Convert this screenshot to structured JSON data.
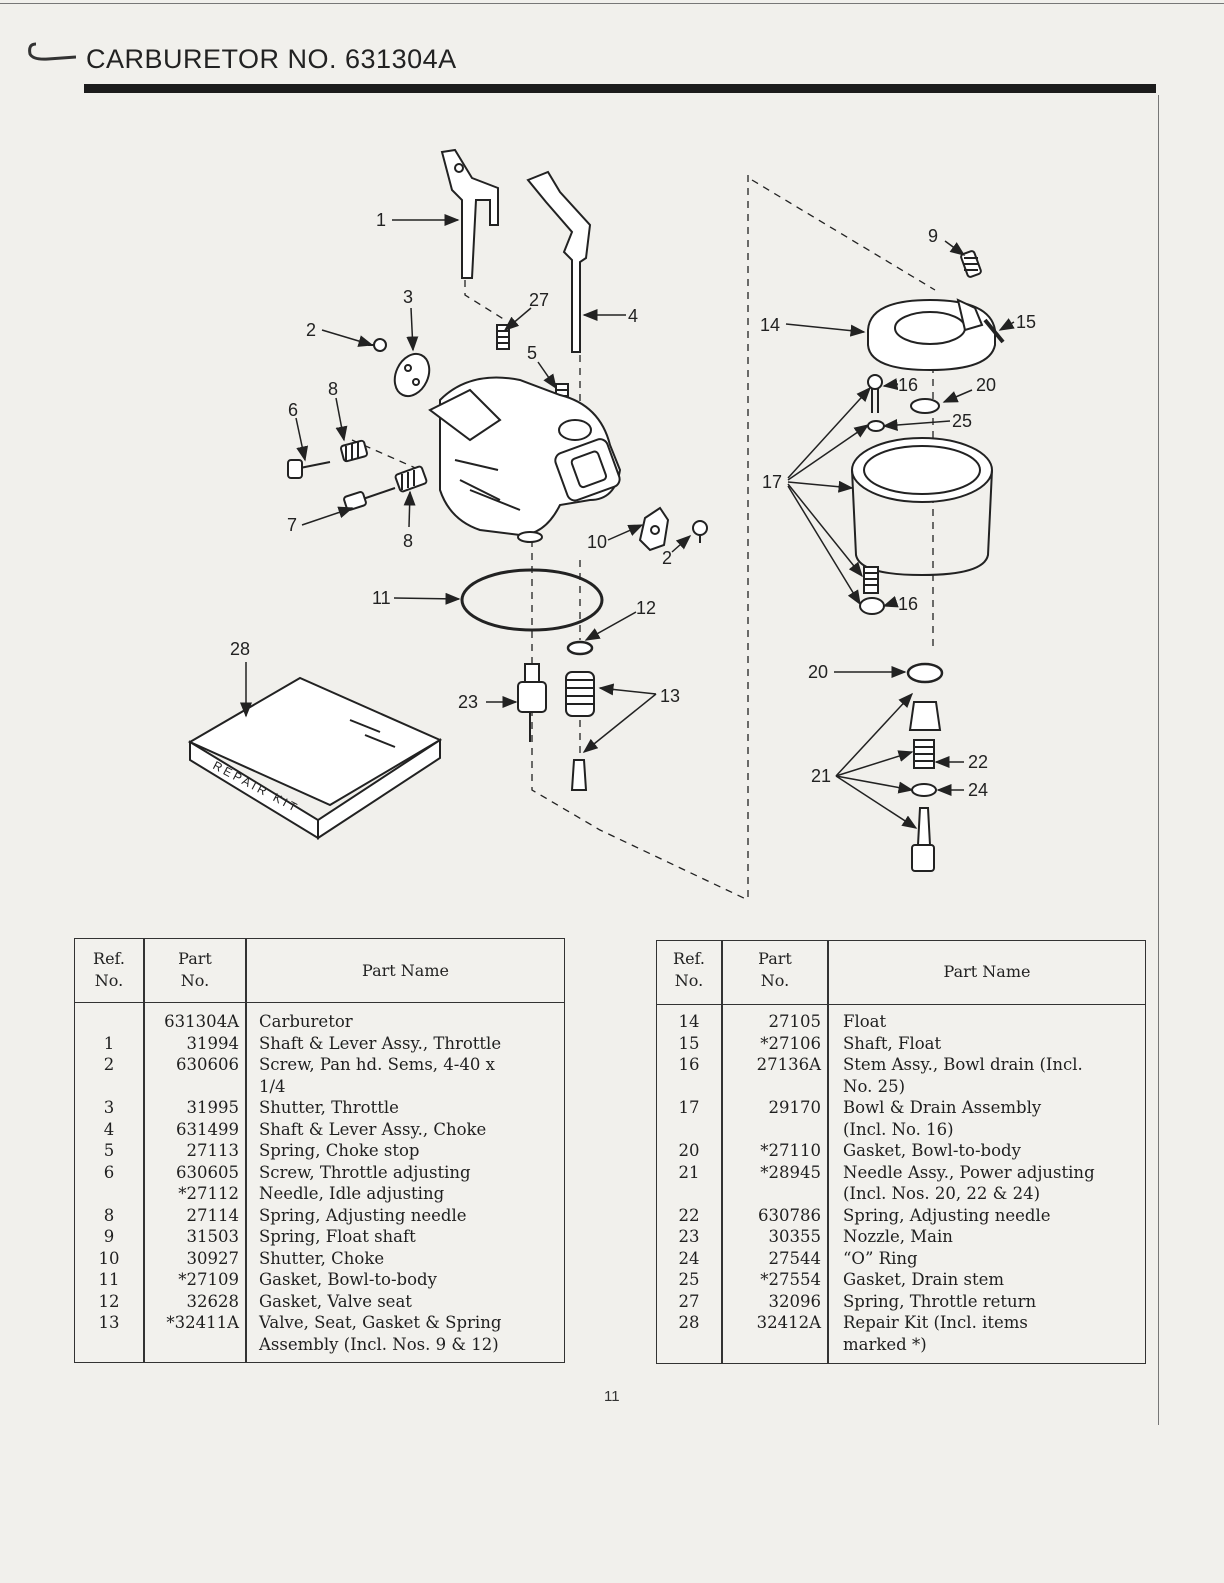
{
  "title": "CARBURETOR NO. 631304A",
  "page_number": "11",
  "diagram": {
    "callouts": [
      "1",
      "2",
      "3",
      "27",
      "4",
      "5",
      "8",
      "6",
      "7",
      "8",
      "10",
      "2",
      "11",
      "12",
      "28",
      "23",
      "13",
      "9",
      "14",
      "15",
      "16",
      "20",
      "25",
      "17",
      "16",
      "20",
      "21",
      "22",
      "24"
    ],
    "repair_kit_label": "REPAIR KIT"
  },
  "tables": [
    {
      "headers": {
        "ref": "Ref.\nNo.",
        "part": "Part\nNo.",
        "name": "Part Name"
      },
      "rows": [
        {
          "ref": "",
          "part": "631304A",
          "name": "Carburetor"
        },
        {
          "ref": "1",
          "part": "31994",
          "name": "Shaft & Lever Assy., Throttle"
        },
        {
          "ref": "2",
          "part": "630606",
          "name": "Screw, Pan hd. Sems, 4-40 x\n  1/4"
        },
        {
          "ref": "3",
          "part": "31995",
          "name": "Shutter, Throttle"
        },
        {
          "ref": "4",
          "part": "631499",
          "name": "Shaft & Lever Assy., Choke"
        },
        {
          "ref": "5",
          "part": "27113",
          "name": "Spring, Choke stop"
        },
        {
          "ref": "6",
          "part": "630605",
          "name": "Screw, Throttle adjusting"
        },
        {
          "ref": "",
          "part": "*27112",
          "name": "Needle, Idle adjusting"
        },
        {
          "ref": "8",
          "part": "27114",
          "name": "Spring, Adjusting needle"
        },
        {
          "ref": "9",
          "part": "31503",
          "name": "Spring, Float shaft"
        },
        {
          "ref": "10",
          "part": "30927",
          "name": "Shutter, Choke"
        },
        {
          "ref": "11",
          "part": "*27109",
          "name": "Gasket, Bowl-to-body"
        },
        {
          "ref": "12",
          "part": "32628",
          "name": "Gasket, Valve seat"
        },
        {
          "ref": "13",
          "part": "*32411A",
          "name": "Valve, Seat, Gasket & Spring\n  Assembly (Incl. Nos. 9 & 12)"
        }
      ]
    },
    {
      "headers": {
        "ref": "Ref.\nNo.",
        "part": "Part\nNo.",
        "name": "Part Name"
      },
      "rows": [
        {
          "ref": "14",
          "part": "27105",
          "name": "Float"
        },
        {
          "ref": "15",
          "part": "*27106",
          "name": "Shaft, Float"
        },
        {
          "ref": "16",
          "part": "27136A",
          "name": "Stem Assy., Bowl drain (Incl.\n  No. 25)"
        },
        {
          "ref": "17",
          "part": "29170",
          "name": "Bowl & Drain Assembly\n  (Incl. No. 16)"
        },
        {
          "ref": "20",
          "part": "*27110",
          "name": "Gasket, Bowl-to-body"
        },
        {
          "ref": "21",
          "part": "*28945",
          "name": "Needle Assy., Power adjusting\n  (Incl. Nos. 20, 22 & 24)"
        },
        {
          "ref": "22",
          "part": "630786",
          "name": "Spring, Adjusting needle"
        },
        {
          "ref": "23",
          "part": "30355",
          "name": "Nozzle, Main"
        },
        {
          "ref": "24",
          "part": "27544",
          "name": "“O” Ring"
        },
        {
          "ref": "25",
          "part": "*27554",
          "name": "Gasket, Drain stem"
        },
        {
          "ref": "27",
          "part": "32096",
          "name": "Spring, Throttle return"
        },
        {
          "ref": "28",
          "part": "32412A",
          "name": "Repair Kit (Incl. items\n  marked *)"
        }
      ]
    }
  ]
}
